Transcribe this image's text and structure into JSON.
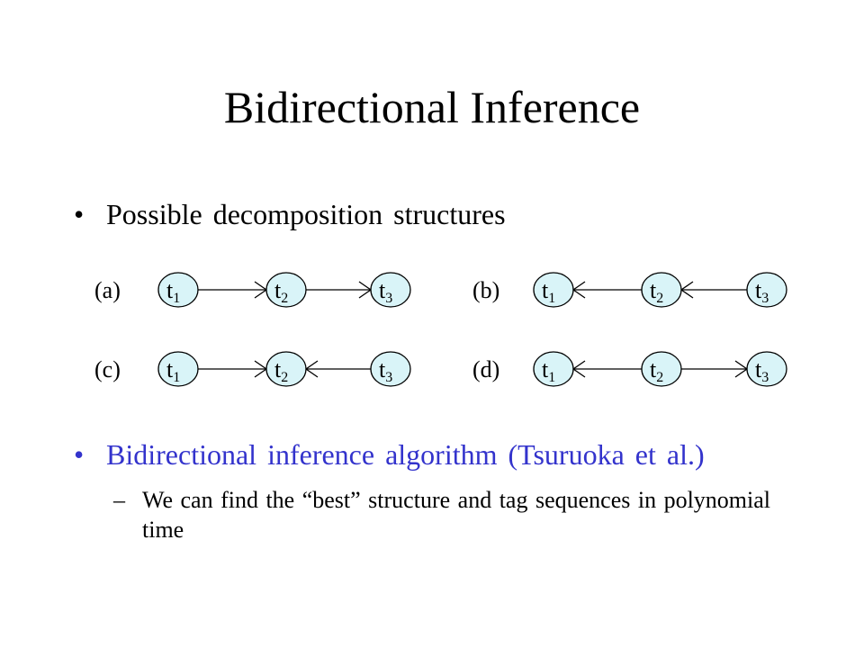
{
  "title": "Bidirectional Inference",
  "bullets": {
    "first": "Possible decomposition structures",
    "second": "Bidirectional inference algorithm (Tsuruoka et al.)",
    "second_sub": "We can find the “best” structure and tag sequences in polynomial time",
    "dash": "–",
    "dot": "•"
  },
  "colors": {
    "node_fill": "#d9f4f8",
    "second_bullet": "#3333cc"
  },
  "diagrams": [
    {
      "label": "(a)",
      "nodes": [
        {
          "t": "t",
          "i": "1"
        },
        {
          "t": "t",
          "i": "2"
        },
        {
          "t": "t",
          "i": "3"
        }
      ],
      "edges": [
        "right",
        "right"
      ]
    },
    {
      "label": "(b)",
      "nodes": [
        {
          "t": "t",
          "i": "1"
        },
        {
          "t": "t",
          "i": "2"
        },
        {
          "t": "t",
          "i": "3"
        }
      ],
      "edges": [
        "left",
        "left"
      ]
    },
    {
      "label": "(c)",
      "nodes": [
        {
          "t": "t",
          "i": "1"
        },
        {
          "t": "t",
          "i": "2"
        },
        {
          "t": "t",
          "i": "3"
        }
      ],
      "edges": [
        "right",
        "left"
      ]
    },
    {
      "label": "(d)",
      "nodes": [
        {
          "t": "t",
          "i": "1"
        },
        {
          "t": "t",
          "i": "2"
        },
        {
          "t": "t",
          "i": "3"
        }
      ],
      "edges": [
        "left",
        "right"
      ]
    }
  ]
}
